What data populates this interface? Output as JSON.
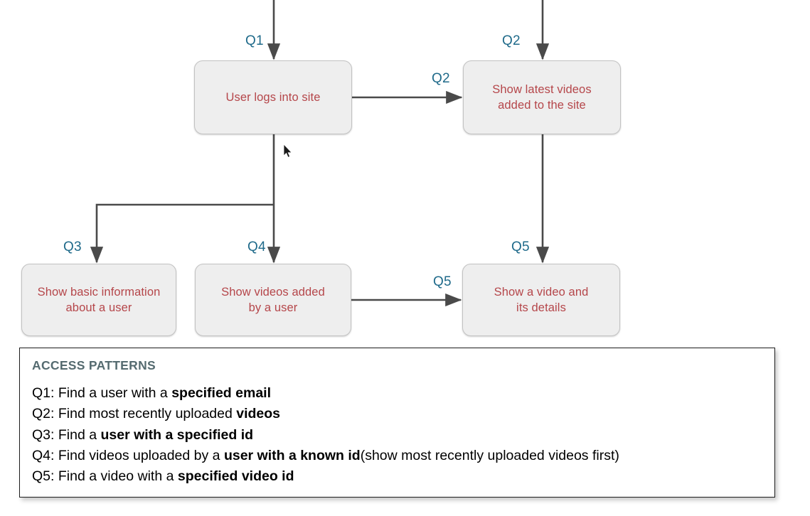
{
  "diagram": {
    "nodes": [
      {
        "id": "login",
        "label": "User logs into site"
      },
      {
        "id": "latest",
        "label": "Show latest videos\nadded to the site"
      },
      {
        "id": "userinfo",
        "label": "Show basic information\nabout a user"
      },
      {
        "id": "uservids",
        "label": "Show videos added\nby a user"
      },
      {
        "id": "videodet",
        "label": "Show a video and\nits details"
      }
    ],
    "edge_labels": {
      "q1_top": "Q1",
      "q2_top": "Q2",
      "q2_side": "Q2",
      "q3": "Q3",
      "q4": "Q4",
      "q5_top": "Q5",
      "q5_side": "Q5"
    },
    "colors": {
      "node_fill": "#eeeeee",
      "node_border": "#c2c2c2",
      "node_text": "#b5464a",
      "edge_label": "#1f6a8a",
      "arrow": "#4a4a4a"
    },
    "cursor_icon": "mouse-pointer-icon"
  },
  "access_panel": {
    "title": "ACCESS PATTERNS",
    "title_color": "#556b70",
    "patterns": [
      {
        "key": "Q1: ",
        "plain_a": "Find a user with a ",
        "bold": "specified email",
        "plain_b": ""
      },
      {
        "key": "Q2: ",
        "plain_a": "Find most recently uploaded ",
        "bold": "videos",
        "plain_b": ""
      },
      {
        "key": "Q3: ",
        "plain_a": "Find a ",
        "bold": "user with a specified id",
        "plain_b": ""
      },
      {
        "key": "Q4: ",
        "plain_a": "Find videos uploaded by a ",
        "bold": "user with a known id",
        "plain_b": "(show most recently uploaded videos first)"
      },
      {
        "key": "Q5: ",
        "plain_a": "Find a video with a ",
        "bold": "specified video id",
        "plain_b": ""
      }
    ]
  }
}
